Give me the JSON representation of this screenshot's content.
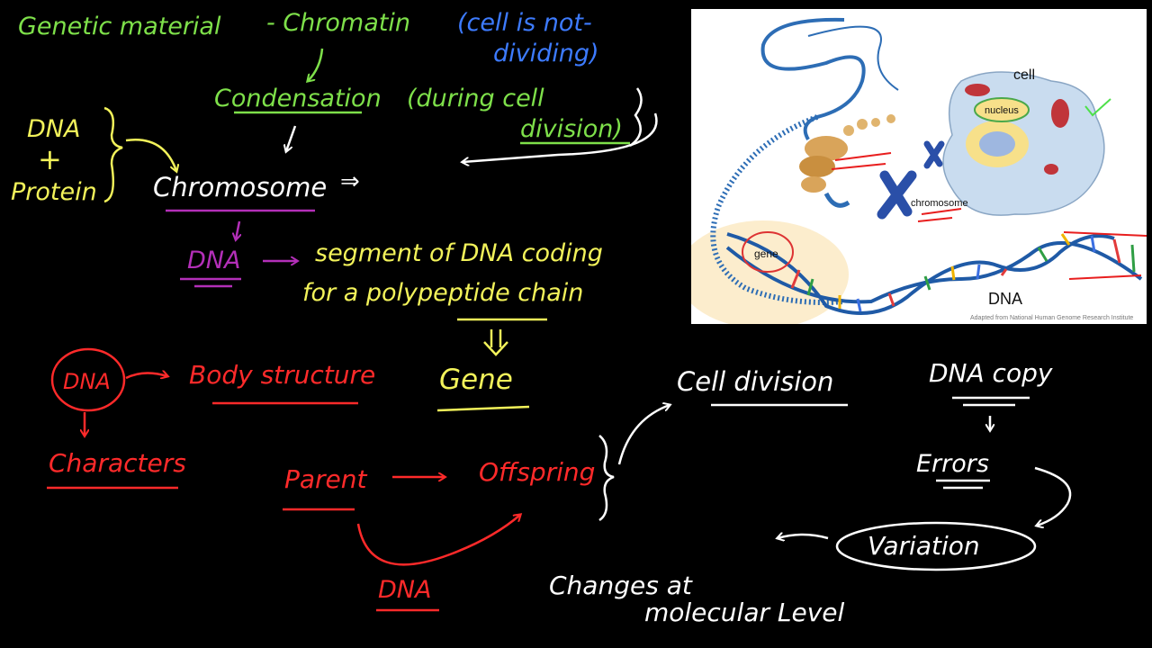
{
  "colors": {
    "background": "#000000",
    "green": "#7ee04a",
    "blue": "#3d7bff",
    "yellow": "#f2f25a",
    "purple": "#b32fb8",
    "red": "#ff2a2a",
    "white": "#ffffff"
  },
  "notes": {
    "genetic_material": "Genetic material",
    "chromatin": "- Chromatin",
    "cell_not_dividing_1": "(cell is not-",
    "cell_not_dividing_2": "dividing)",
    "condensation": "Condensation",
    "during_cell_division_1": "(during cell",
    "during_cell_division_2": "division)",
    "dna": "DNA",
    "plus": "+",
    "protein": "Protein",
    "chromosome": "Chromosome",
    "implies": "⇒",
    "dna_purple": "DNA",
    "segment_line1": "segment of DNA coding",
    "segment_line2": "for a polypeptide chain",
    "gene": "Gene",
    "dna_circle": "DNA",
    "body_structure": "Body structure",
    "characters": "Characters",
    "parent": "Parent",
    "offspring": "Offspring",
    "dna_red": "DNA",
    "cell_division": "Cell division",
    "dna_copy": "DNA copy",
    "errors": "Errors",
    "variation": "Variation",
    "changes_line1": "Changes at",
    "changes_line2": "molecular Level"
  },
  "figure": {
    "cell": "cell",
    "nucleus": "nucleus",
    "chromosome": "chromosome",
    "gene": "gene",
    "dna": "DNA",
    "credit": "Adapted from National Human Genome Research Institute"
  }
}
